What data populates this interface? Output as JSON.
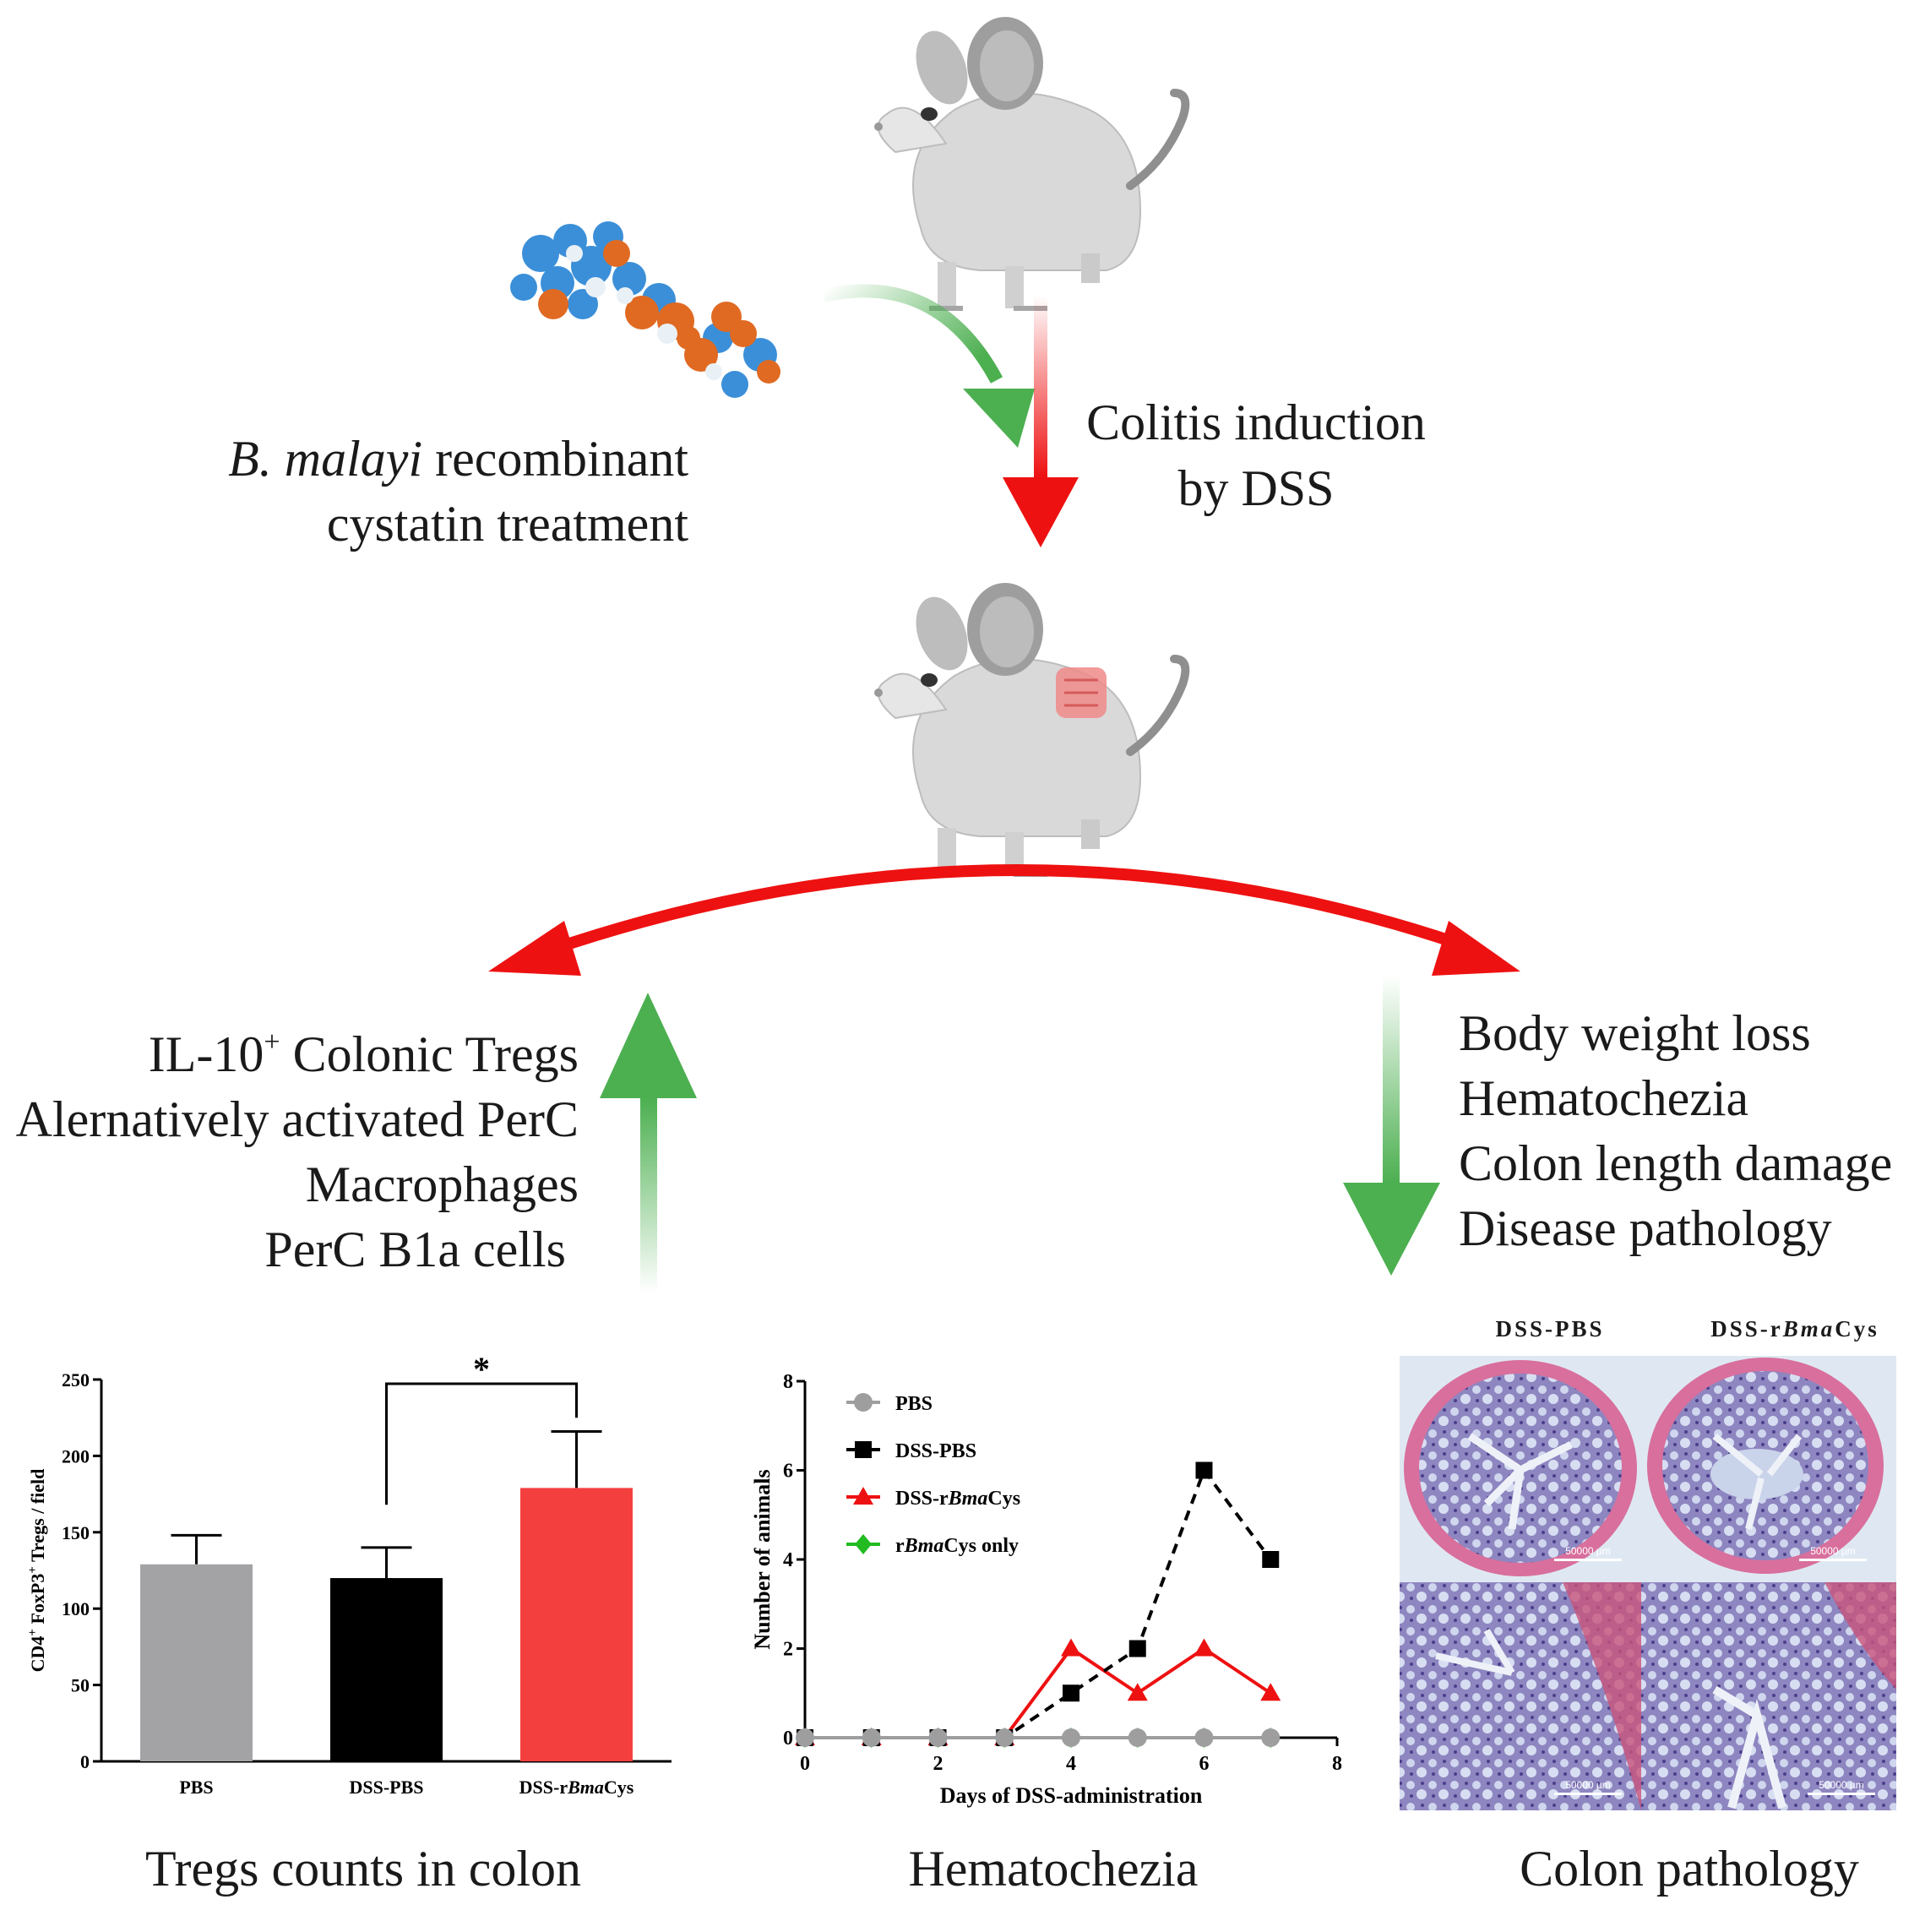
{
  "treatment_label": {
    "italic": "B. malayi",
    "rest": " recombinant",
    "line2": "cystatin treatment"
  },
  "induction_label": {
    "line1": "Colitis induction",
    "line2": "by DSS"
  },
  "up_effects": {
    "line1_pre": "IL-10",
    "line1_sup": "+",
    "line1_post": " Colonic Tregs",
    "line2": "Alernatively activated PerC",
    "line3": "Macrophages",
    "line4": "PerC B1a cells"
  },
  "down_effects": [
    "Body weight loss",
    "Hematochezia",
    "Colon length damage",
    "Disease pathology"
  ],
  "panel_captions": {
    "tregs": "Tregs counts in colon",
    "hema": "Hematochezia",
    "colon": "Colon pathology"
  },
  "colors": {
    "red": "#ee1111",
    "green": "#4caf50",
    "gray_bar": "#a3a3a6",
    "black_bar": "#000000",
    "red_bar": "#f43f3f",
    "gray_line": "#9e9e9e",
    "green_line": "#22bb22"
  },
  "histology": {
    "col1": "DSS-PBS",
    "col2_pre": "DSS-r",
    "col2_ital": "Bma",
    "col2_post": "Cys",
    "scale_label": "50000 µm"
  },
  "chart_data": [
    {
      "type": "bar",
      "ylabel_parts": {
        "a": "CD4",
        "a_sup": "+",
        "b": " FoxP3",
        "b_sup": "+",
        "c": " Tregs / field"
      },
      "categories": [
        "PBS",
        "DSS-PBS",
        "DSS-rBmaCys"
      ],
      "category_parts": [
        {
          "pre": "PBS",
          "ital": "",
          "post": ""
        },
        {
          "pre": "DSS-PBS",
          "ital": "",
          "post": ""
        },
        {
          "pre": "DSS-r",
          "ital": "Bma",
          "post": "Cys"
        }
      ],
      "values": [
        129,
        120,
        179
      ],
      "errors": [
        19,
        20,
        37
      ],
      "ylim": [
        0,
        250
      ],
      "yticks": [
        0,
        50,
        100,
        150,
        200,
        250
      ],
      "significance": {
        "from": 1,
        "to": 2,
        "label": "*"
      }
    },
    {
      "type": "line",
      "xlabel": "Days of DSS-administration",
      "ylabel": "Number of animals",
      "xlim": [
        0,
        8
      ],
      "ylim": [
        0,
        8
      ],
      "xticks": [
        0,
        2,
        4,
        6,
        8
      ],
      "yticks": [
        0,
        2,
        4,
        6,
        8
      ],
      "series": [
        {
          "name": "PBS",
          "name_parts": {
            "pre": "PBS",
            "ital": "",
            "post": ""
          },
          "x": [
            0,
            1,
            2,
            3,
            4,
            5,
            6,
            7
          ],
          "y": [
            0,
            0,
            0,
            0,
            0,
            0,
            0,
            0
          ],
          "color": "#9e9e9e",
          "marker": "circle",
          "dash": false
        },
        {
          "name": "DSS-PBS",
          "name_parts": {
            "pre": "DSS-PBS",
            "ital": "",
            "post": ""
          },
          "x": [
            0,
            1,
            2,
            3,
            4,
            5,
            6,
            7
          ],
          "y": [
            0,
            0,
            0,
            0,
            1,
            2,
            6,
            4
          ],
          "color": "#000000",
          "marker": "square",
          "dash": true
        },
        {
          "name": "DSS-rBmaCys",
          "name_parts": {
            "pre": "DSS-r",
            "ital": "Bma",
            "post": "Cys"
          },
          "x": [
            0,
            1,
            2,
            3,
            4,
            5,
            6,
            7
          ],
          "y": [
            0,
            0,
            0,
            0,
            2,
            1,
            2,
            1
          ],
          "color": "#ee1111",
          "marker": "triangle",
          "dash": false
        },
        {
          "name": "rBmaCys only",
          "name_parts": {
            "pre": "r",
            "ital": "Bma",
            "post": "Cys only"
          },
          "x": [
            0,
            1,
            2,
            3,
            4,
            5,
            6,
            7
          ],
          "y": [
            0,
            0,
            0,
            0,
            0,
            0,
            0,
            0
          ],
          "color": "#22bb22",
          "marker": "diamond",
          "dash": false
        }
      ]
    }
  ]
}
